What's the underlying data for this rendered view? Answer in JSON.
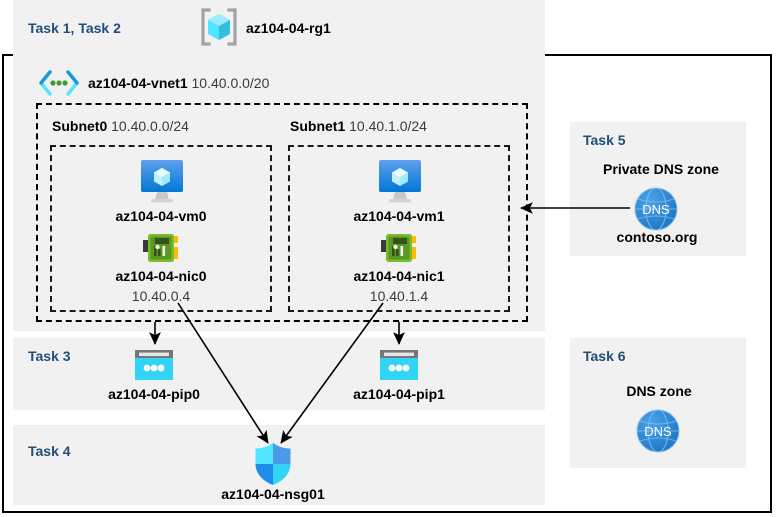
{
  "diagram": {
    "title_area": {
      "task_label": "Task 1, Task 2",
      "resource_group_name": "az104-04-rg1",
      "resource_group_icon": "resource-group-icon"
    },
    "vnet": {
      "name": "az104-04-vnet1",
      "cidr": "10.40.0.0/20",
      "icon": "virtual-network-icon"
    },
    "subnets": [
      {
        "name": "Subnet0",
        "cidr": "10.40.0.0/24",
        "vm": {
          "name": "az104-04-vm0",
          "icon": "virtual-machine-icon"
        },
        "nic": {
          "name": "az104-04-nic0",
          "ip": "10.40.0.4",
          "icon": "network-interface-icon"
        }
      },
      {
        "name": "Subnet1",
        "cidr": "10.40.1.0/24",
        "vm": {
          "name": "az104-04-vm1",
          "icon": "virtual-machine-icon"
        },
        "nic": {
          "name": "az104-04-nic1",
          "ip": "10.40.1.4",
          "icon": "network-interface-icon"
        }
      }
    ],
    "task3": {
      "task_label": "Task 3",
      "pip0": {
        "name": "az104-04-pip0",
        "icon": "public-ip-address-icon"
      },
      "pip1": {
        "name": "az104-04-pip1",
        "icon": "public-ip-address-icon"
      }
    },
    "task4": {
      "task_label": "Task 4",
      "nsg": {
        "name": "az104-04-nsg01",
        "icon": "network-security-group-shield-icon"
      }
    },
    "task5": {
      "task_label": "Task 5",
      "heading": "Private DNS zone",
      "zone_name": "contoso.org",
      "icon": "dns-globe-icon",
      "icon_text": "DNS"
    },
    "task6": {
      "task_label": "Task 6",
      "heading": "DNS zone",
      "icon": "dns-globe-icon",
      "icon_text": "DNS"
    },
    "colors": {
      "task_label_blue": "#1f4e79",
      "panel_gray": "#f1f1f1",
      "azure_blue": "#0078d4",
      "cyan": "#32d4f5",
      "nic_green": "#5e9624",
      "dns_blue": "#1b77c5"
    }
  }
}
